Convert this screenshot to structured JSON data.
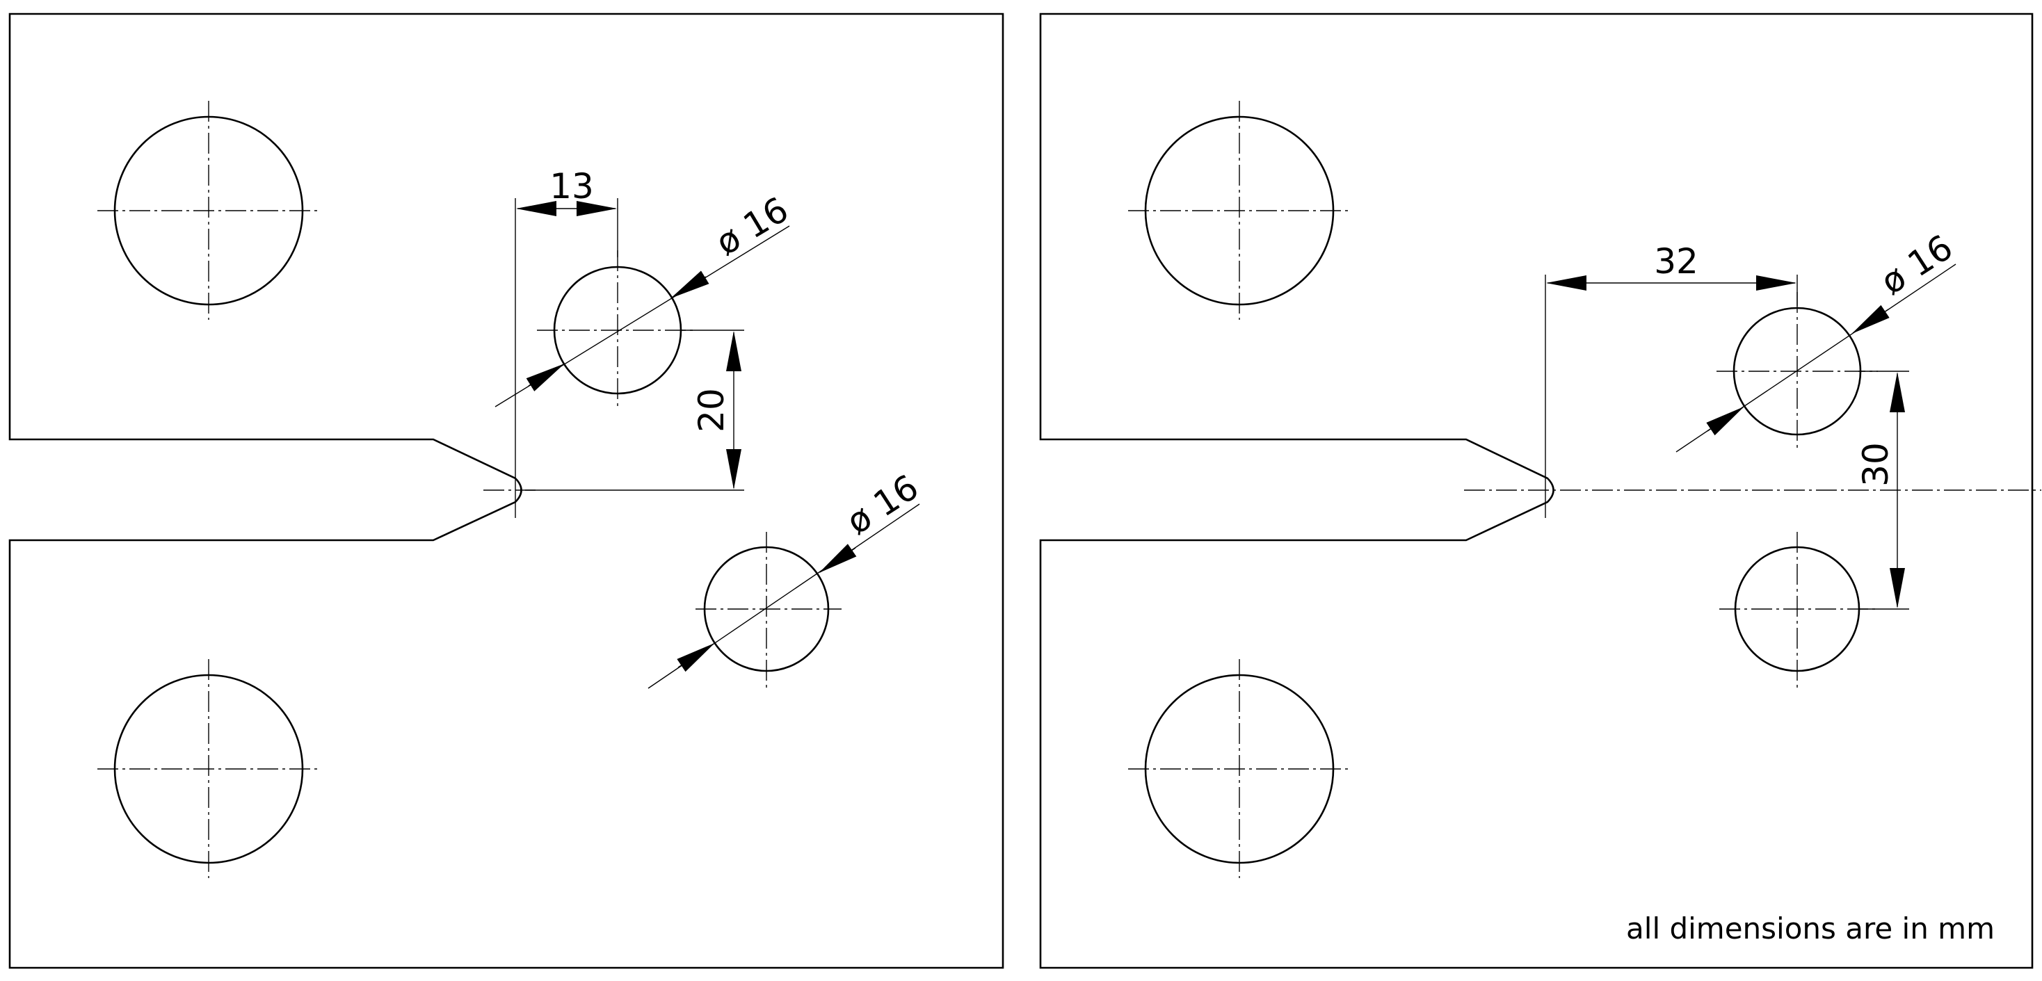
{
  "left_view": {
    "dim_h": "13",
    "dim_v": "20",
    "dia_upper": "ø 16",
    "dia_lower": "ø 16"
  },
  "right_view": {
    "dim_h": "32",
    "dim_v": "30",
    "dia_upper": "ø 16"
  },
  "note": "all dimensions are in mm"
}
